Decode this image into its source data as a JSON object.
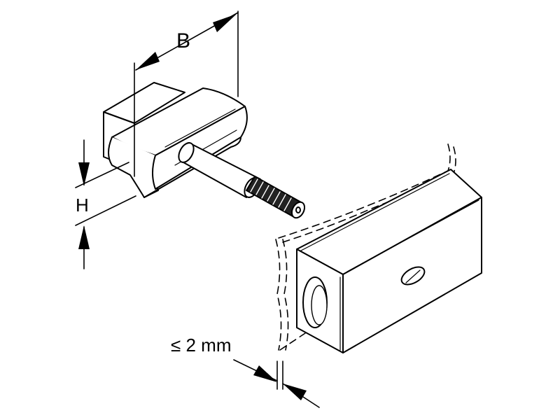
{
  "drawing": {
    "labels": {
      "width": "B",
      "height": "H",
      "gap": "≤ 2 mm"
    },
    "colors": {
      "line": "#000000",
      "fill": "#ffffff",
      "thread": "#222222",
      "shade": "#dcdcdc"
    }
  }
}
